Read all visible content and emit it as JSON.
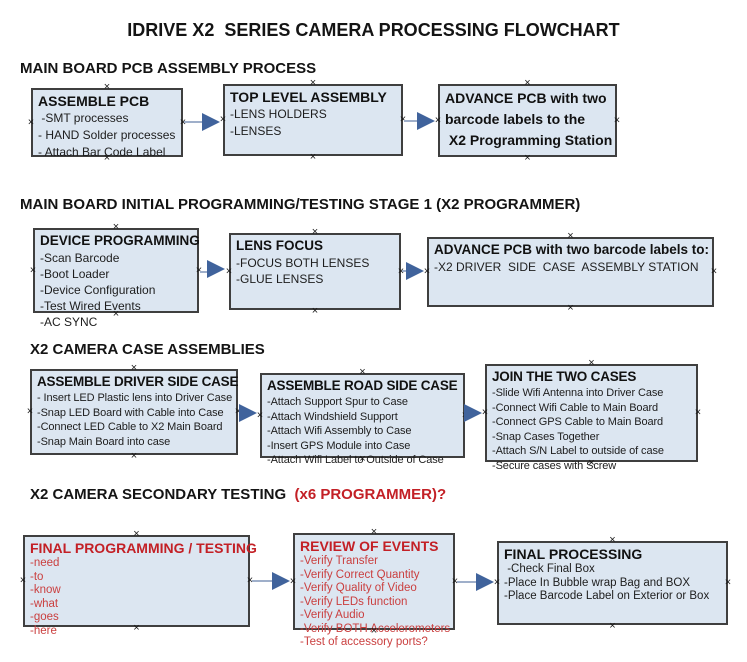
{
  "title": "IDRIVE X2  SERIES CAMERA PROCESSING FLOWCHART",
  "ui": {
    "handle_glyph": "×"
  },
  "colors": {
    "box_fill": "#dce6f1",
    "box_border": "#3f3f3f",
    "arrow_line": "#9fafca",
    "arrow_head": "#40639c",
    "red_title": "#c32026",
    "red_item": "#ca3f3f"
  },
  "sections": [
    {
      "heading": "MAIN BOARD PCB ASSEMBLY PROCESS",
      "heading_red": "",
      "boxes": [
        {
          "title": "ASSEMBLE PCB",
          "items": [
            " -SMT processes",
            "- HAND Solder processes",
            "- Attach Bar Code Label"
          ]
        },
        {
          "title": "TOP LEVEL ASSEMBLY",
          "items": [
            "-LENS HOLDERS",
            "-LENSES"
          ]
        },
        {
          "title": "",
          "bold_items": true,
          "items": [
            "ADVANCE PCB with two",
            "barcode labels to the",
            " X2 Programming Station"
          ]
        }
      ]
    },
    {
      "heading": "MAIN BOARD INITIAL PROGRAMMING/TESTING STAGE 1 (X2 PROGRAMMER)",
      "heading_red": "",
      "boxes": [
        {
          "title": "DEVICE PROGRAMMING",
          "items": [
            "-Scan Barcode",
            "-Boot Loader",
            "-Device Configuration",
            "-Test Wired Events",
            "-AC SYNC"
          ]
        },
        {
          "title": "LENS FOCUS",
          "items": [
            "-FOCUS BOTH LENSES",
            "-GLUE LENSES"
          ]
        },
        {
          "title": "ADVANCE PCB with two barcode labels to:",
          "items": [
            "-X2 DRIVER  SIDE  CASE  ASSEMBLY STATION"
          ]
        }
      ]
    },
    {
      "heading": "X2 CAMERA CASE ASSEMBLIES",
      "heading_red": "",
      "boxes": [
        {
          "title": "ASSEMBLE DRIVER SIDE CASE",
          "items": [
            "- Insert LED Plastic lens into Driver Case",
            "-Snap LED Board with Cable into Case",
            "-Connect LED Cable to X2 Main Board",
            "-Snap Main Board into case"
          ]
        },
        {
          "title": "ASSEMBLE ROAD SIDE CASE",
          "items": [
            "-Attach Support Spur to Case",
            "-Attach Windshield Support",
            "-Attach Wifi Assembly to Case",
            "-Insert GPS Module into Case",
            "-Attach Wifi Label to Outside of Case"
          ]
        },
        {
          "title": "JOIN THE TWO CASES",
          "items": [
            "-Slide Wifi Antenna into Driver Case",
            "-Connect Wifi Cable to Main Board",
            "-Connect GPS Cable to Main Board",
            "-Snap Cases Together",
            "-Attach S/N Label to outside of case",
            "-Secure cases with Screw"
          ]
        }
      ]
    },
    {
      "heading": "X2 CAMERA SECONDARY TESTING  ",
      "heading_red": "(x6 PROGRAMMER)?",
      "boxes": [
        {
          "title": "FINAL PROGRAMMING / TESTING",
          "red": true,
          "items": [
            "-need",
            "-to",
            "-know",
            "-what",
            "-goes",
            "-here"
          ]
        },
        {
          "title": "REVIEW OF EVENTS",
          "red": true,
          "items": [
            "-Verify Transfer",
            "-Verify Correct Quantity",
            "-Verify Quality of Video",
            "-Verify LEDs function",
            "-Verify Audio",
            "-Verify BOTH Accelerometers",
            "-Test of accessory ports?"
          ]
        },
        {
          "title": "FINAL PROCESSING",
          "items": [
            " -Check Final Box",
            "-Place In Bubble wrap Bag and BOX",
            "-Place Barcode Label on Exterior or Box"
          ]
        }
      ]
    }
  ]
}
